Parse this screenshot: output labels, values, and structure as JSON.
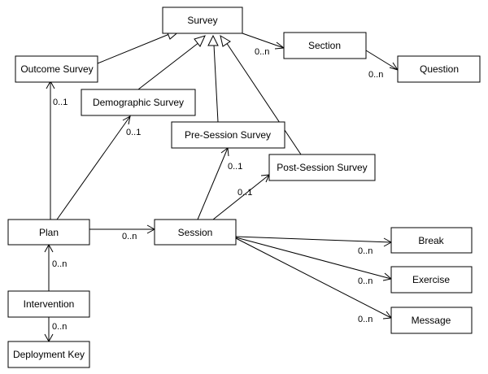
{
  "diagram": {
    "classes": {
      "survey": "Survey",
      "section": "Section",
      "question": "Question",
      "outcome_survey": "Outcome Survey",
      "demographic_survey": "Demographic Survey",
      "pre_session_survey": "Pre-Session Survey",
      "post_session_survey": "Post-Session Survey",
      "plan": "Plan",
      "session": "Session",
      "intervention": "Intervention",
      "deployment_key": "Deployment Key",
      "break": "Break",
      "exercise": "Exercise",
      "message": "Message"
    },
    "multiplicities": {
      "survey_section": "0..n",
      "section_question": "0..n",
      "plan_outcome": "0..1",
      "plan_demographic": "0..1",
      "session_pre": "0..1",
      "session_post": "0..1",
      "plan_session": "0..n",
      "intervention_plan": "0..n",
      "intervention_key": "0..n",
      "session_break": "0..n",
      "session_exercise": "0..n",
      "session_message": "0..n"
    },
    "relations": [
      {
        "from": "outcome_survey",
        "to": "survey",
        "kind": "generalization"
      },
      {
        "from": "demographic_survey",
        "to": "survey",
        "kind": "generalization"
      },
      {
        "from": "pre_session_survey",
        "to": "survey",
        "kind": "generalization"
      },
      {
        "from": "post_session_survey",
        "to": "survey",
        "kind": "generalization"
      },
      {
        "from": "survey",
        "to": "section",
        "kind": "association",
        "multiplicity": "0..n"
      },
      {
        "from": "section",
        "to": "question",
        "kind": "association",
        "multiplicity": "0..n"
      },
      {
        "from": "plan",
        "to": "outcome_survey",
        "kind": "association",
        "multiplicity": "0..1"
      },
      {
        "from": "plan",
        "to": "demographic_survey",
        "kind": "association",
        "multiplicity": "0..1"
      },
      {
        "from": "plan",
        "to": "session",
        "kind": "association",
        "multiplicity": "0..n"
      },
      {
        "from": "session",
        "to": "pre_session_survey",
        "kind": "association",
        "multiplicity": "0..1"
      },
      {
        "from": "session",
        "to": "post_session_survey",
        "kind": "association",
        "multiplicity": "0..1"
      },
      {
        "from": "session",
        "to": "break",
        "kind": "association",
        "multiplicity": "0..n"
      },
      {
        "from": "session",
        "to": "exercise",
        "kind": "association",
        "multiplicity": "0..n"
      },
      {
        "from": "session",
        "to": "message",
        "kind": "association",
        "multiplicity": "0..n"
      },
      {
        "from": "intervention",
        "to": "plan",
        "kind": "association",
        "multiplicity": "0..n"
      },
      {
        "from": "intervention",
        "to": "deployment_key",
        "kind": "association",
        "multiplicity": "0..n"
      }
    ]
  }
}
